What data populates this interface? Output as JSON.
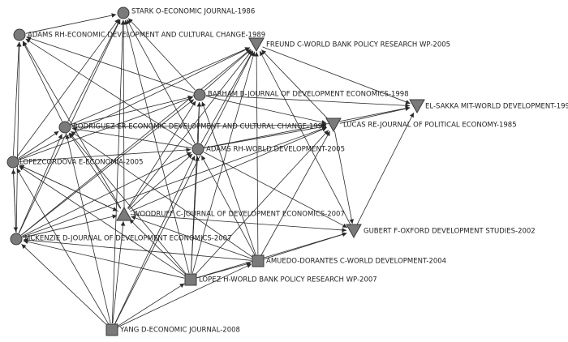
{
  "colors": {
    "background": "#ffffff",
    "node_fill": "#7a7a7a",
    "node_stroke": "#3a3a3a",
    "edge": "#2a2a2a",
    "label": "#222222"
  },
  "nodes": [
    {
      "id": "stark",
      "label": "STARK O-ECONOMIC JOURNAL-1986",
      "shape": "circle"
    },
    {
      "id": "adams1989",
      "label": "ADAMS RH-ECONOMIC DEVELOPMENT AND CULTURAL CHANGE-1989",
      "shape": "circle"
    },
    {
      "id": "freund",
      "label": "FREUND C-WORLD BANK POLICY RESEARCH WP-2005",
      "shape": "triangle-down"
    },
    {
      "id": "barham",
      "label": "BARHAM B-JOURNAL OF DEVELOPMENT ECONOMICS-1998",
      "shape": "circle"
    },
    {
      "id": "elsakka",
      "label": "EL-SAKKA MIT-WORLD DEVELOPMENT-199",
      "shape": "triangle-down"
    },
    {
      "id": "rodriguez",
      "label": "RODRIGUEZ ER-ECONOMIC DEVELOPMENT AND CULTURAL CHANGE-1998",
      "shape": "circle"
    },
    {
      "id": "lucas",
      "label": "LUCAS RE-JOURNAL OF POLITICAL ECONOMY-1985",
      "shape": "triangle-down"
    },
    {
      "id": "adams2005",
      "label": "ADAMS RH-WORLD DEVELOPMENT-2005",
      "shape": "circle"
    },
    {
      "id": "lopezcordova",
      "label": "LOPEZCORDOVA E-ECONOMIA-2005",
      "shape": "circle"
    },
    {
      "id": "woodruff",
      "label": "WOODRUFF C-JOURNAL OF DEVELOPMENT ECONOMICS-2007",
      "shape": "triangle-up"
    },
    {
      "id": "gubert",
      "label": "GUBERT F-OXFORD DEVELOPMENT STUDIES-2002",
      "shape": "triangle-down"
    },
    {
      "id": "mckenzie",
      "label": "MCKENZIE D-JOURNAL OF DEVELOPMENT ECONOMICS-2007",
      "shape": "circle"
    },
    {
      "id": "amuedo",
      "label": "AMUEDO-DORANTES C-WORLD DEVELOPMENT-2004",
      "shape": "square"
    },
    {
      "id": "lopezh",
      "label": "LOPEZ H-WORLD BANK POLICY RESEARCH WP-2007",
      "shape": "square"
    },
    {
      "id": "yang",
      "label": "YANG D-ECONOMIC JOURNAL-2008",
      "shape": "square"
    }
  ],
  "edges": [
    [
      "adams1989",
      "stark"
    ],
    [
      "lopezcordova",
      "stark"
    ],
    [
      "lopezcordova",
      "adams1989"
    ],
    [
      "lopezcordova",
      "freund"
    ],
    [
      "lopezcordova",
      "barham"
    ],
    [
      "lopezcordova",
      "rodriguez"
    ],
    [
      "lopezcordova",
      "adams2005"
    ],
    [
      "lopezcordova",
      "woodruff"
    ],
    [
      "lopezcordova",
      "mckenzie"
    ],
    [
      "mckenzie",
      "stark"
    ],
    [
      "mckenzie",
      "adams1989"
    ],
    [
      "mckenzie",
      "freund"
    ],
    [
      "mckenzie",
      "barham"
    ],
    [
      "mckenzie",
      "rodriguez"
    ],
    [
      "mckenzie",
      "adams2005"
    ],
    [
      "mckenzie",
      "lopezcordova"
    ],
    [
      "mckenzie",
      "woodruff"
    ],
    [
      "mckenzie",
      "lucas"
    ],
    [
      "rodriguez",
      "stark"
    ],
    [
      "rodriguez",
      "adams1989"
    ],
    [
      "rodriguez",
      "freund"
    ],
    [
      "rodriguez",
      "barham"
    ],
    [
      "rodriguez",
      "lucas"
    ],
    [
      "barham",
      "stark"
    ],
    [
      "barham",
      "adams1989"
    ],
    [
      "barham",
      "freund"
    ],
    [
      "barham",
      "lucas"
    ],
    [
      "barham",
      "elsakka"
    ],
    [
      "adams2005",
      "stark"
    ],
    [
      "adams2005",
      "adams1989"
    ],
    [
      "adams2005",
      "freund"
    ],
    [
      "adams2005",
      "barham"
    ],
    [
      "adams2005",
      "rodriguez"
    ],
    [
      "adams2005",
      "lucas"
    ],
    [
      "adams2005",
      "elsakka"
    ],
    [
      "adams2005",
      "gubert"
    ],
    [
      "woodruff",
      "stark"
    ],
    [
      "woodruff",
      "adams1989"
    ],
    [
      "woodruff",
      "freund"
    ],
    [
      "woodruff",
      "barham"
    ],
    [
      "woodruff",
      "rodriguez"
    ],
    [
      "woodruff",
      "adams2005"
    ],
    [
      "woodruff",
      "lucas"
    ],
    [
      "woodruff",
      "gubert"
    ],
    [
      "woodruff",
      "lopezcordova"
    ],
    [
      "amuedo",
      "freund"
    ],
    [
      "amuedo",
      "barham"
    ],
    [
      "amuedo",
      "lucas"
    ],
    [
      "amuedo",
      "gubert"
    ],
    [
      "amuedo",
      "adams2005"
    ],
    [
      "amuedo",
      "rodriguez"
    ],
    [
      "amuedo",
      "woodruff"
    ],
    [
      "amuedo",
      "mckenzie"
    ],
    [
      "lopezh",
      "stark"
    ],
    [
      "lopezh",
      "freund"
    ],
    [
      "lopezh",
      "barham"
    ],
    [
      "lopezh",
      "adams2005"
    ],
    [
      "lopezh",
      "rodriguez"
    ],
    [
      "lopezh",
      "woodruff"
    ],
    [
      "lopezh",
      "amuedo"
    ],
    [
      "lopezh",
      "mckenzie"
    ],
    [
      "lopezh",
      "lopezcordova"
    ],
    [
      "lopezh",
      "lucas"
    ],
    [
      "lopezh",
      "gubert"
    ],
    [
      "yang",
      "adams2005"
    ],
    [
      "yang",
      "woodruff"
    ],
    [
      "yang",
      "amuedo"
    ],
    [
      "yang",
      "lopezh"
    ],
    [
      "yang",
      "mckenzie"
    ],
    [
      "yang",
      "lopezcordova"
    ],
    [
      "yang",
      "rodriguez"
    ],
    [
      "yang",
      "freund"
    ],
    [
      "yang",
      "stark"
    ],
    [
      "lucas",
      "freund"
    ],
    [
      "lucas",
      "elsakka"
    ],
    [
      "lucas",
      "gubert"
    ],
    [
      "gubert",
      "freund"
    ],
    [
      "gubert",
      "elsakka"
    ],
    [
      "freund",
      "elsakka"
    ]
  ]
}
